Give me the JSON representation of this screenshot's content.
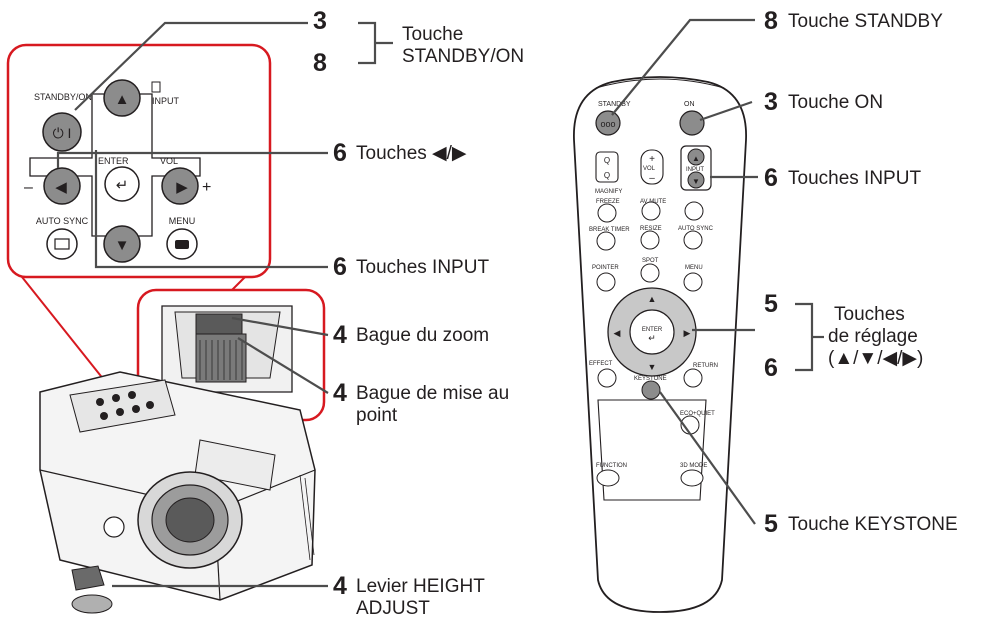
{
  "panel": {
    "standby_on": "STANDBY/ON",
    "input": "INPUT",
    "enter": "ENTER",
    "vol": "VOL",
    "minus": "–",
    "plus": "+",
    "auto_sync": "AUTO SYNC",
    "menu": "MENU"
  },
  "remote": {
    "standby": "STANDBY",
    "on": "ON",
    "magnify": "MAGNIFY",
    "vol": "VOL",
    "input": "INPUT",
    "freeze": "FREEZE",
    "av_mute": "AV MUTE",
    "break_timer": "BREAK TIMER",
    "resize": "RESIZE",
    "auto_sync": "AUTO SYNC",
    "pointer": "POINTER",
    "spot": "SPOT",
    "menu": "MENU",
    "enter": "ENTER",
    "effect": "EFFECT",
    "return": "RETURN",
    "keystone": "KEYSTONE",
    "eco_quiet": "ECO+QUIET",
    "function": "FUNCTION",
    "mode_3d": "3D MODE"
  },
  "callouts": {
    "standby_on": {
      "num_a": "3",
      "num_b": "8",
      "line1": "Touche",
      "line2": "STANDBY/ON"
    },
    "arrows_lr": {
      "num": "6",
      "text": "Touches ◀/▶"
    },
    "input_panel": {
      "num": "6",
      "text": "Touches INPUT"
    },
    "zoom": {
      "num": "4",
      "text": "Bague du zoom"
    },
    "focus": {
      "num": "4",
      "line1": "Bague de mise au",
      "line2": "point"
    },
    "height": {
      "num": "4",
      "line1": "Levier HEIGHT",
      "line2": "ADJUST"
    },
    "standby_remote": {
      "num": "8",
      "text": "Touche STANDBY"
    },
    "on_remote": {
      "num": "3",
      "text": "Touche ON"
    },
    "input_remote": {
      "num": "6",
      "text": "Touches INPUT"
    },
    "adjust": {
      "num_a": "5",
      "num_b": "6",
      "line1": "Touches",
      "line2": "de réglage",
      "line3": "(▲/▼/◀/▶)"
    },
    "keystone": {
      "num": "5",
      "text": "Touche KEYSTONE"
    }
  }
}
